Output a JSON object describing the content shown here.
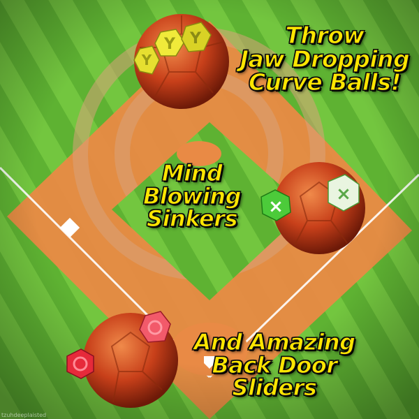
{
  "captions": {
    "throw": [
      "Throw",
      "Jaw Dropping",
      "Curve Balls!"
    ],
    "mind": [
      "Mind",
      "Blowing",
      "Sinkers"
    ],
    "and": [
      "And Amazing",
      "Back Door",
      "Sliders"
    ]
  },
  "credit": "tzuhdeeplaisted",
  "colors": {
    "grass_light": "#6cc23b",
    "grass_dark": "#4e9d28",
    "dirt": "#e98a45",
    "caption_text": "#ffe600",
    "ball_red": "#c8401a"
  },
  "icons": {
    "top_ball": "y-grip-icon",
    "mid_ball": "x-grip-icon",
    "bottom_ball": "o-grip-icon"
  }
}
